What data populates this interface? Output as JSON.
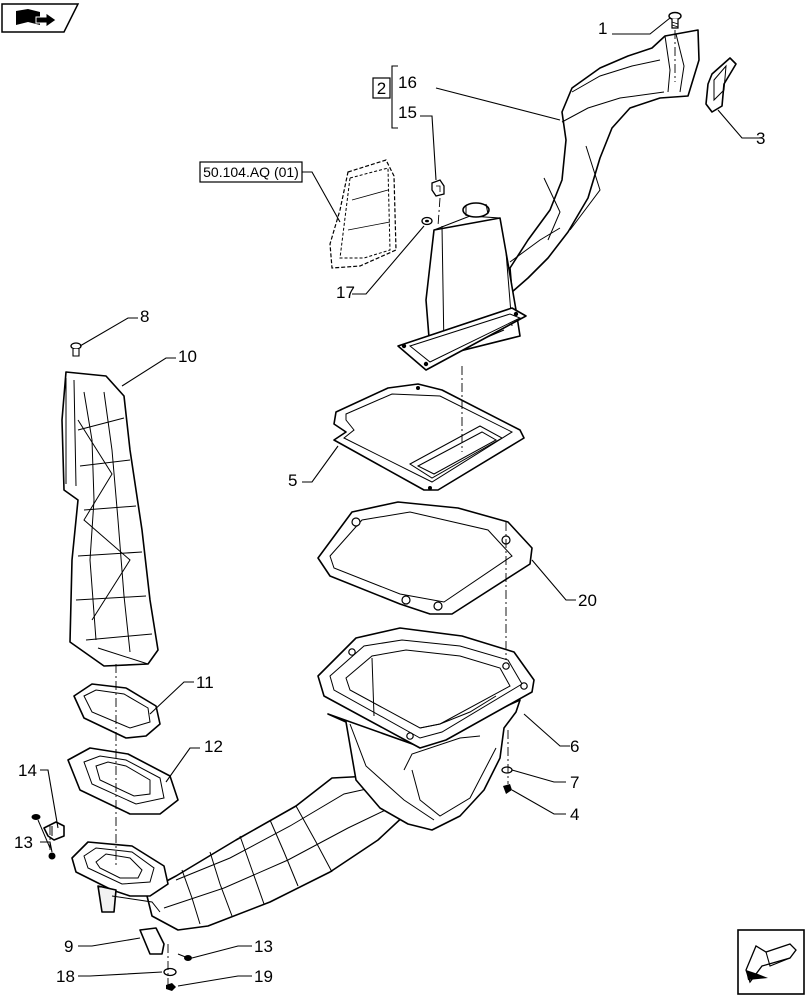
{
  "reference_label": "50.104.AQ (01)",
  "group_marker": "2",
  "callouts": [
    {
      "id": "c1",
      "text": "1"
    },
    {
      "id": "c16",
      "text": "16"
    },
    {
      "id": "c15",
      "text": "15"
    },
    {
      "id": "c3",
      "text": "3"
    },
    {
      "id": "c17",
      "text": "17"
    },
    {
      "id": "c8",
      "text": "8"
    },
    {
      "id": "c10",
      "text": "10"
    },
    {
      "id": "c5",
      "text": "5"
    },
    {
      "id": "c20",
      "text": "20"
    },
    {
      "id": "c11",
      "text": "11"
    },
    {
      "id": "c6",
      "text": "6"
    },
    {
      "id": "c12",
      "text": "12"
    },
    {
      "id": "c14",
      "text": "14"
    },
    {
      "id": "c7",
      "text": "7"
    },
    {
      "id": "c13a",
      "text": "13"
    },
    {
      "id": "c4",
      "text": "4"
    },
    {
      "id": "c9",
      "text": "9"
    },
    {
      "id": "c13b",
      "text": "13"
    },
    {
      "id": "c18",
      "text": "18"
    },
    {
      "id": "c19",
      "text": "19"
    }
  ],
  "icons": {
    "top_left": "book-navigation-icon",
    "bottom_right": "next-page-arrow-icon"
  }
}
